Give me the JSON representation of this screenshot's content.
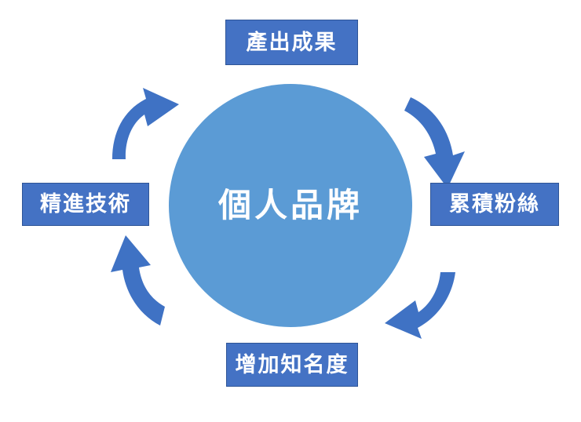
{
  "diagram": {
    "type": "cycle",
    "center": {
      "label": "個人品牌",
      "shape": "circle",
      "color": "#5b9bd5"
    },
    "background_color": "#ffffff",
    "node_color": "#4472c4",
    "node_border_color": "#2f5597",
    "arrow_color": "#3f72c4",
    "text_color": "#ffffff",
    "nodes": [
      {
        "id": "top",
        "label": "產出成果",
        "position": "top"
      },
      {
        "id": "right",
        "label": "累積粉絲",
        "position": "right"
      },
      {
        "id": "bottom",
        "label": "增加知名度",
        "position": "bottom"
      },
      {
        "id": "left",
        "label": "精進技術",
        "position": "left"
      }
    ],
    "arrows": [
      {
        "id": "arrow-top-right",
        "from": "top",
        "to": "right",
        "direction": "clockwise",
        "points": "down-right"
      },
      {
        "id": "arrow-bottom-right",
        "from": "right",
        "to": "bottom",
        "direction": "clockwise",
        "points": "down-left"
      },
      {
        "id": "arrow-bottom-left",
        "from": "bottom",
        "to": "left",
        "direction": "clockwise",
        "points": "up-left"
      },
      {
        "id": "arrow-top-left",
        "from": "left",
        "to": "top",
        "direction": "clockwise",
        "points": "up-right"
      }
    ]
  }
}
